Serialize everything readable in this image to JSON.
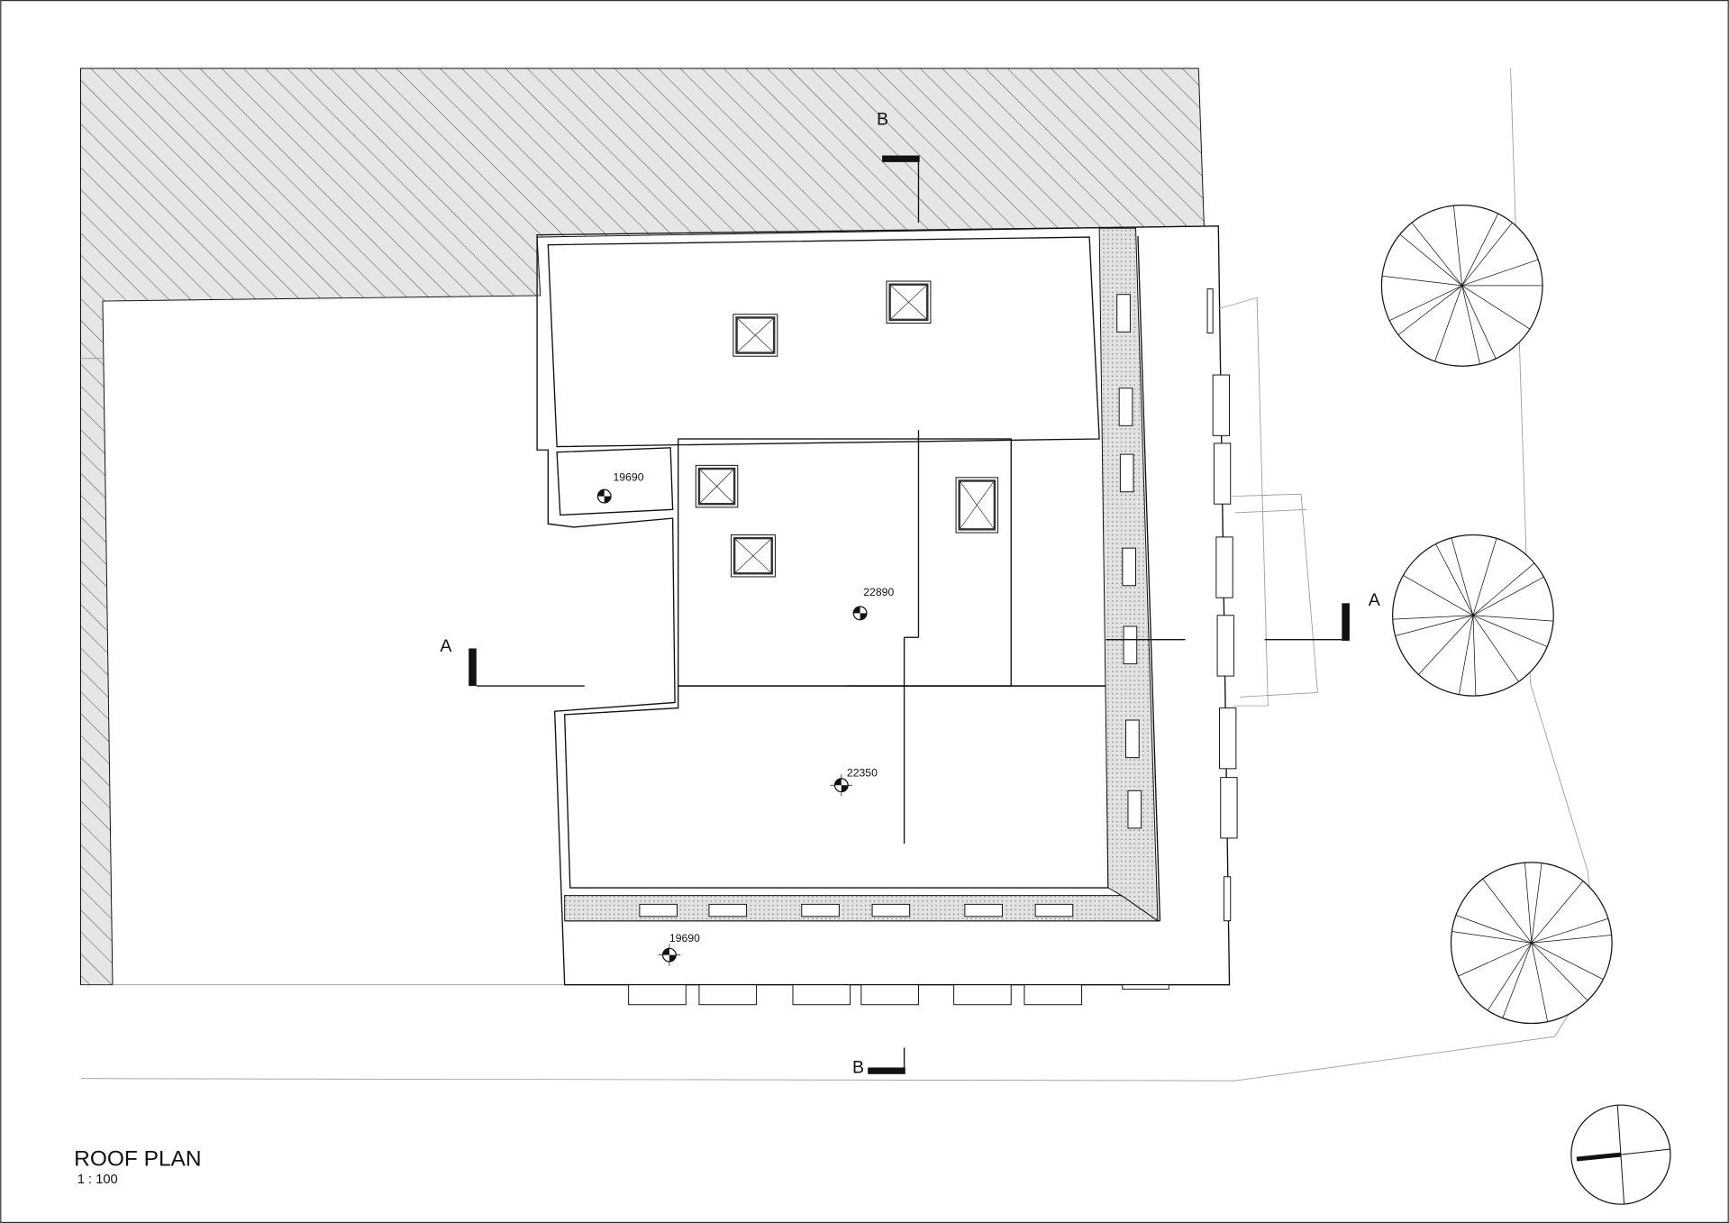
{
  "title": "ROOF PLAN",
  "scale": "1 : 100",
  "section_markers": {
    "b_top": "B",
    "b_bottom": "B",
    "a_left": "A",
    "a_right": "A"
  },
  "elevations": {
    "terrace_upper": "19690",
    "middle_roof": "22890",
    "lower_roof": "22350",
    "terrace_lower": "19690"
  },
  "colors": {
    "line": "#111111",
    "hatch_fill": "#e6e6e6",
    "gutter_fill": "#d9d9d9"
  }
}
